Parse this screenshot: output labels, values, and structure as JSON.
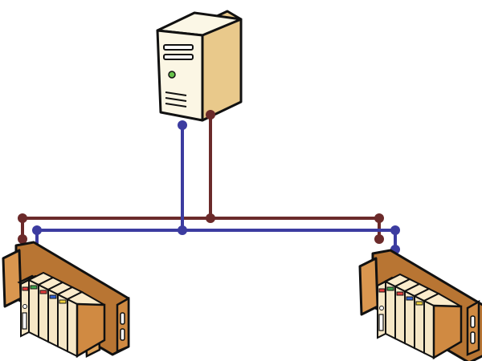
{
  "diagram": {
    "type": "network-topology",
    "nodes": [
      {
        "id": "server",
        "icon": "server-tower-icon"
      },
      {
        "id": "plc-left",
        "icon": "plc-rack-icon"
      },
      {
        "id": "plc-right",
        "icon": "plc-rack-icon"
      }
    ],
    "networks": [
      {
        "id": "network-a",
        "color": "#6b2a2a",
        "connects": [
          "server",
          "plc-left",
          "plc-right"
        ]
      },
      {
        "id": "network-b",
        "color": "#3c3ca0",
        "connects": [
          "server",
          "plc-left",
          "plc-right"
        ]
      }
    ]
  },
  "colors": {
    "network_a": "#6b2a2a",
    "network_b": "#3c3ca0",
    "server_body": "#fbf6e4",
    "plc_body": "#d9964f",
    "outline": "#111111"
  }
}
